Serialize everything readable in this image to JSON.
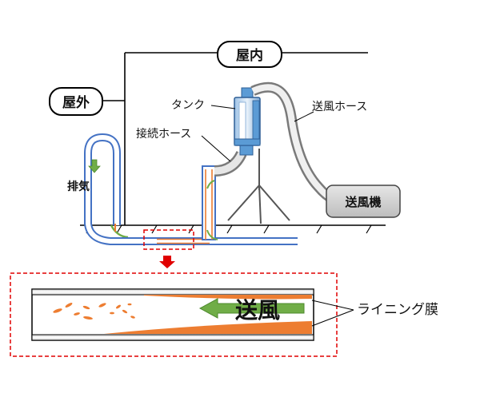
{
  "labels": {
    "indoor": "屋内",
    "outdoor": "屋外",
    "tank": "タンク",
    "connection_hose": "接続ホース",
    "blower_hose": "送風ホース",
    "blower": "送風機",
    "exhaust": "排気",
    "airflow": "送風",
    "lining_film": "ライニング膜"
  },
  "colors": {
    "pipe_outline": "#4472c4",
    "pipe_fill": "#ffffff",
    "lining": "#ed7d31",
    "arrow_green": "#70ad47",
    "highlight_red": "#e00000",
    "tank_blue": "#5b9bd5",
    "blower_gray": "#d0d0d0"
  }
}
